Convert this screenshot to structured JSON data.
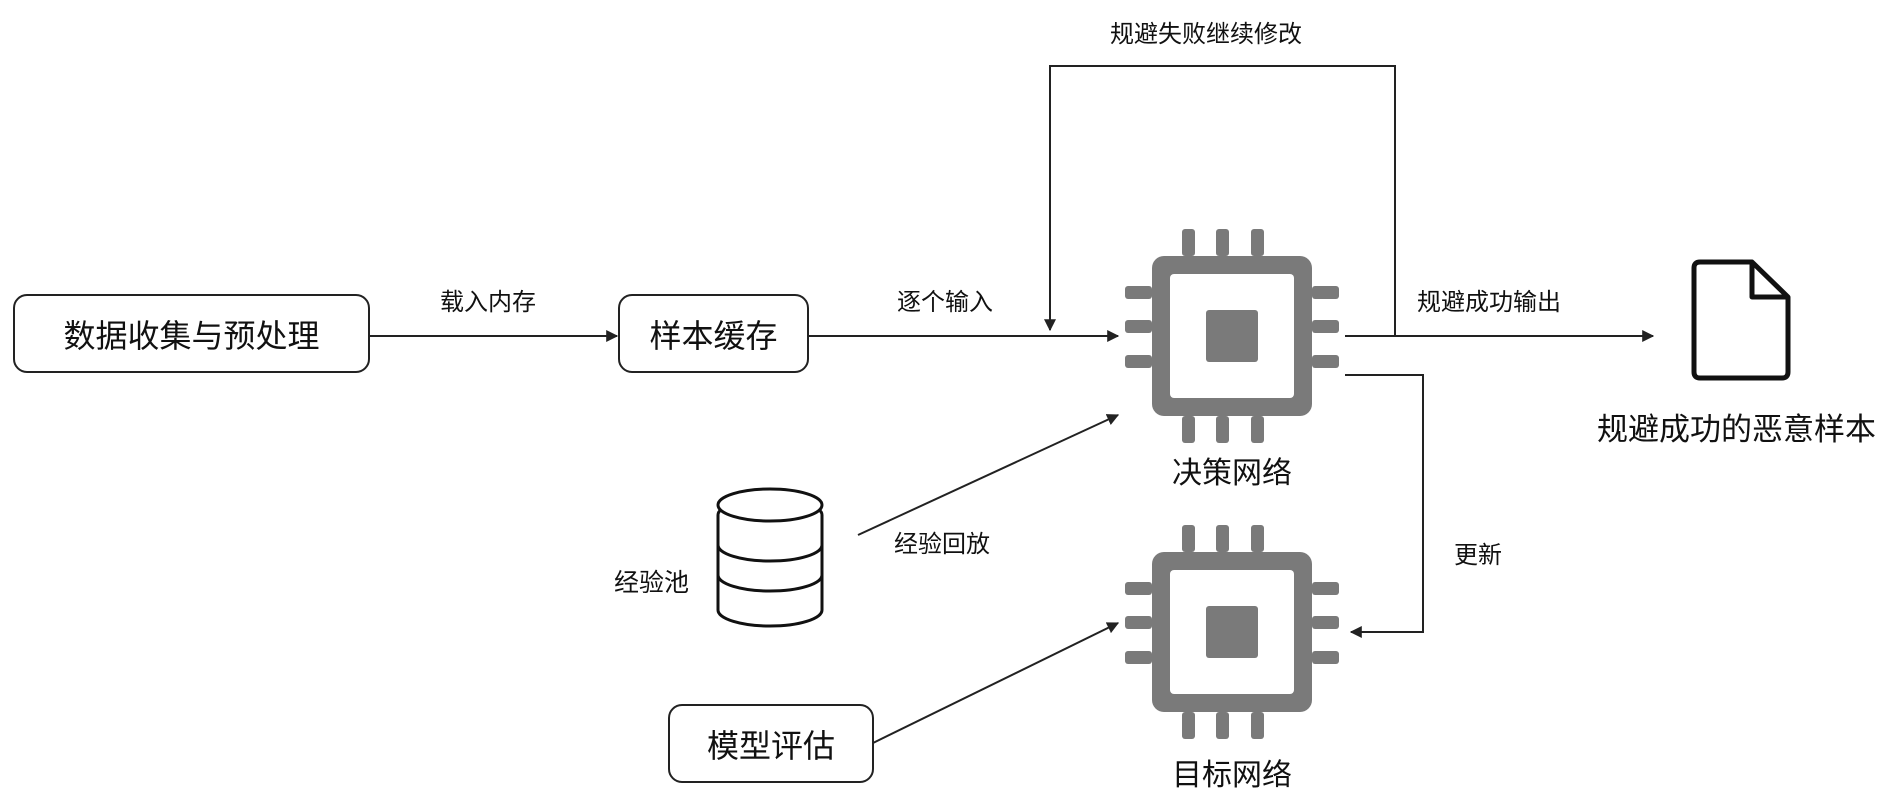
{
  "nodes": {
    "data_collection": "数据收集与预处理",
    "sample_cache": "样本缓存",
    "decision_network": "决策网络",
    "target_network": "目标网络",
    "experience_pool": "经验池",
    "model_evaluation": "模型评估",
    "output_sample": "规避成功的恶意样本"
  },
  "edges": {
    "load_memory": "载入内存",
    "input_one_by_one": "逐个输入",
    "evasion_failed_modify": "规避失败继续修改",
    "evasion_success_output": "规避成功输出",
    "experience_replay": "经验回放",
    "update": "更新"
  },
  "colors": {
    "chip": "#7a7a7a",
    "line": "#222222"
  }
}
